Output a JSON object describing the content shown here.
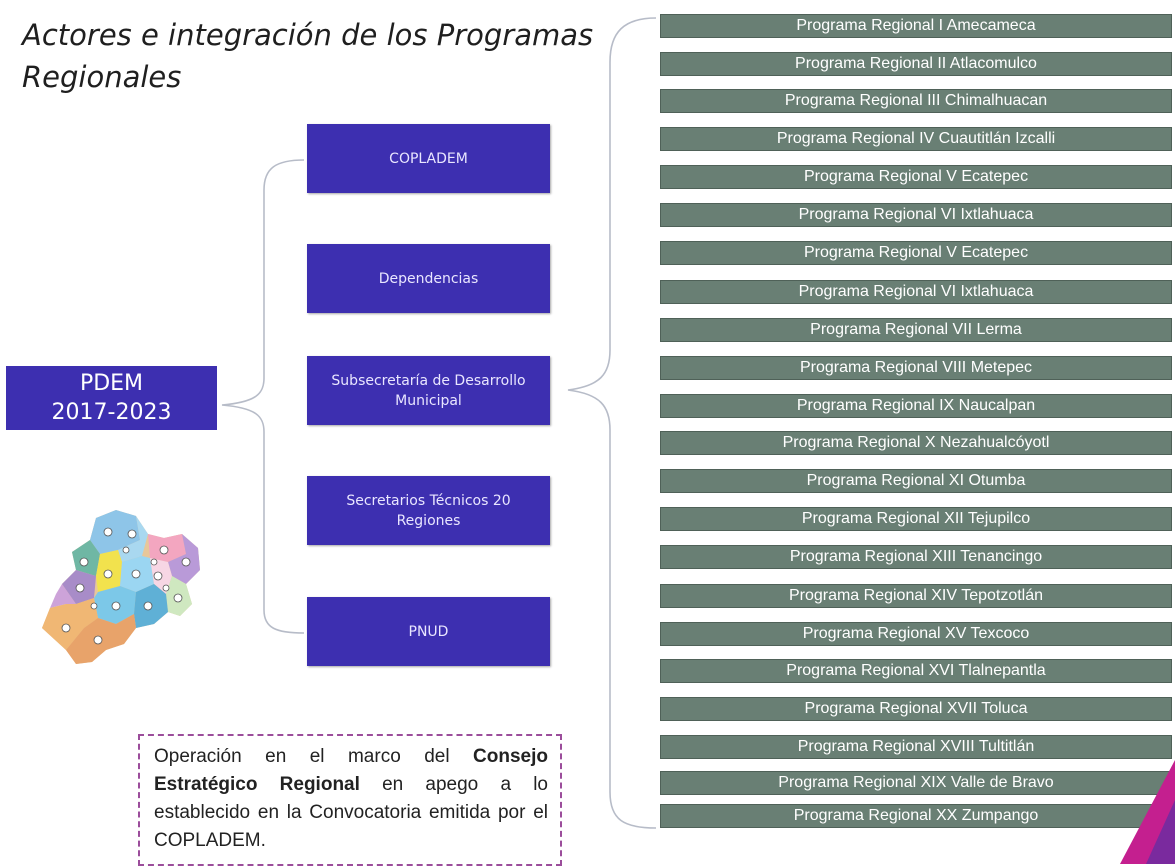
{
  "title": "Actores e integración de los Programas Regionales",
  "plan": {
    "line1": "PDEM",
    "line2": "2017-2023"
  },
  "actors": [
    "COPLADEM",
    "Dependencias",
    "Subsecretaría de Desarrollo Municipal",
    "Secretarios Técnicos 20 Regiones",
    "PNUD"
  ],
  "programs": [
    "Programa Regional I Amecameca",
    "Programa Regional II Atlacomulco",
    "Programa Regional III Chimalhuacan",
    "Programa Regional IV Cuautitlán Izcalli",
    "Programa Regional V Ecatepec",
    "Programa Regional VI Ixtlahuaca",
    "Programa Regional V Ecatepec",
    "Programa Regional VI Ixtlahuaca",
    "Programa Regional VII Lerma",
    "Programa Regional VIII Metepec",
    "Programa Regional IX Naucalpan",
    "Programa Regional X Nezahualcóyotl",
    "Programa Regional XI Otumba",
    "Programa Regional XII Tejupilco",
    "Programa Regional XIII Tenancingo",
    "Programa Regional XIV Tepotzotlán",
    "Programa Regional XV Texcoco",
    "Programa Regional XVI Tlalnepantla",
    "Programa Regional XVII Toluca",
    "Programa Regional XVIII Tultitlán",
    "Programa Regional XIX Valle de Bravo",
    "Programa Regional XX Zumpango"
  ],
  "note": {
    "part1": "Operación en el marco del ",
    "bold": "Consejo Estratégico Regional",
    "part2": " en apego a lo establecido en la Convocatoria emitida por el COPLADEM."
  },
  "colors": {
    "actor_fill": "#3d2fb0",
    "program_fill": "#697f74",
    "note_border": "#9b4d9b",
    "bracket": "#b7bcc8"
  }
}
